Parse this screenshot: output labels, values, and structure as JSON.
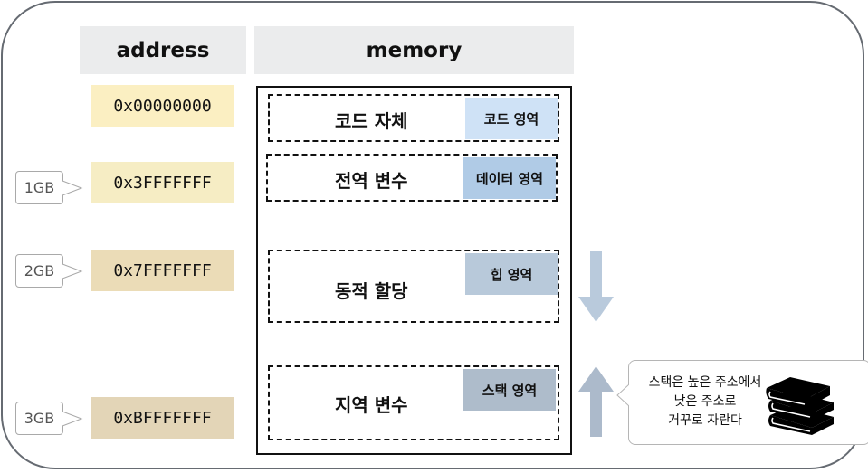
{
  "headers": {
    "address": "address",
    "memory": "memory"
  },
  "addresses": [
    {
      "value": "0x00000000",
      "color": "#fbefc2"
    },
    {
      "value": "0x3FFFFFFF",
      "color": "#f6edc4",
      "size_label": "1GB"
    },
    {
      "value": "0x7FFFFFFF",
      "color": "#ebdcb7",
      "size_label": "2GB"
    },
    {
      "value": "0xBFFFFFFF",
      "color": "#e3d5b7",
      "size_label": "3GB"
    }
  ],
  "segments": [
    {
      "label": "코드 자체",
      "tag": "코드 영역",
      "tag_color": "#cfe2f6"
    },
    {
      "label": "전역 변수",
      "tag": "데이터 영역",
      "tag_color": "#b0cbe6"
    },
    {
      "label": "동적 할당",
      "tag": "힙 영역",
      "tag_color": "#b8c9da"
    },
    {
      "label": "지역 변수",
      "tag": "스택 영역",
      "tag_color": "#aebccb"
    }
  ],
  "arrows": {
    "heap_direction": "down",
    "stack_direction": "up",
    "heap_color": "#b9cadc",
    "stack_color": "#acbacb"
  },
  "note": {
    "lines": [
      "스택은 높은 주소에서",
      "낮은 주소로",
      "거꾸로 자란다"
    ],
    "icon": "books-icon"
  }
}
